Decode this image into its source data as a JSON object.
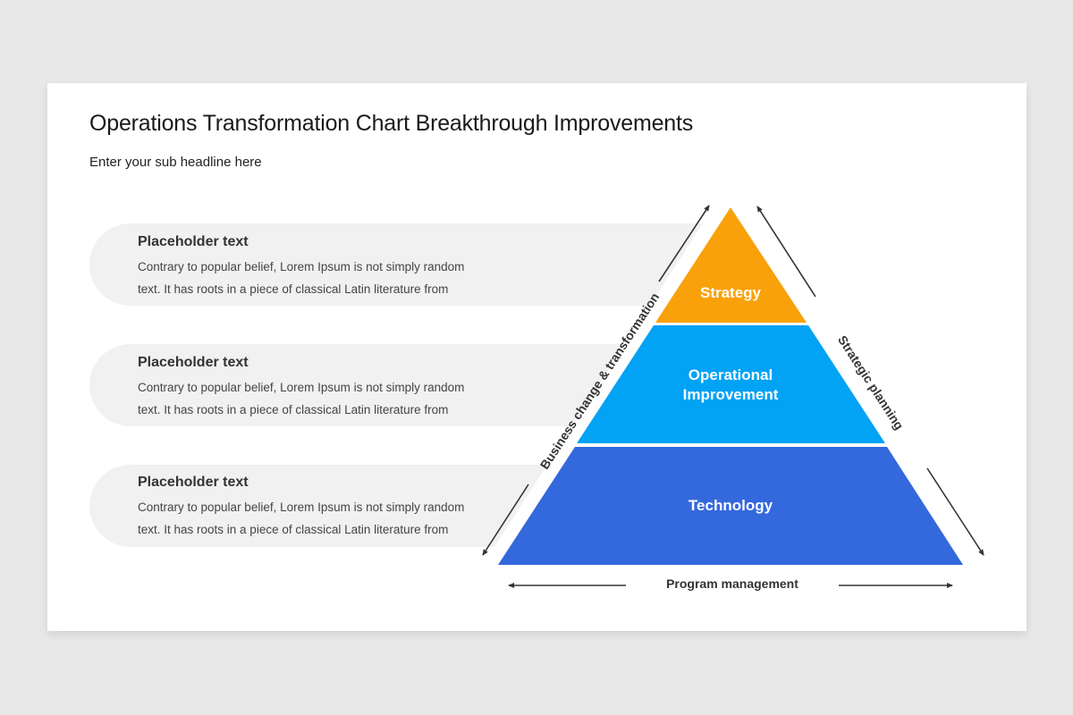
{
  "slide": {
    "title": "Operations Transformation Chart Breakthrough Improvements",
    "subtitle": "Enter your sub headline here"
  },
  "items": [
    {
      "heading": "Placeholder text",
      "line1": "Contrary to popular belief, Lorem Ipsum is not simply random",
      "line2": "text. It has roots in a piece of classical Latin literature from"
    },
    {
      "heading": "Placeholder text",
      "line1": "Contrary to popular belief, Lorem Ipsum is not simply random",
      "line2": "text. It has roots in a piece of classical Latin literature from"
    },
    {
      "heading": "Placeholder text",
      "line1": "Contrary to popular belief, Lorem Ipsum is not simply random",
      "line2": "text. It has roots in a piece of classical Latin literature from"
    }
  ],
  "pyramid": {
    "layers": [
      {
        "label_line1": "Strategy",
        "label_line2": "",
        "color": "#f9a10a"
      },
      {
        "label_line1": "Operational",
        "label_line2": "Improvement",
        "color": "#02a2f5"
      },
      {
        "label_line1": "Technology",
        "label_line2": "",
        "color": "#3468dd"
      }
    ],
    "left_axis_label": "Business change & transformation",
    "right_axis_label": "Strategic planning",
    "bottom_axis_label": "Program management"
  },
  "colors": {
    "pill_background": "#f1f1f1",
    "arrow": "#333333",
    "page_background": "#e9e8e9"
  }
}
